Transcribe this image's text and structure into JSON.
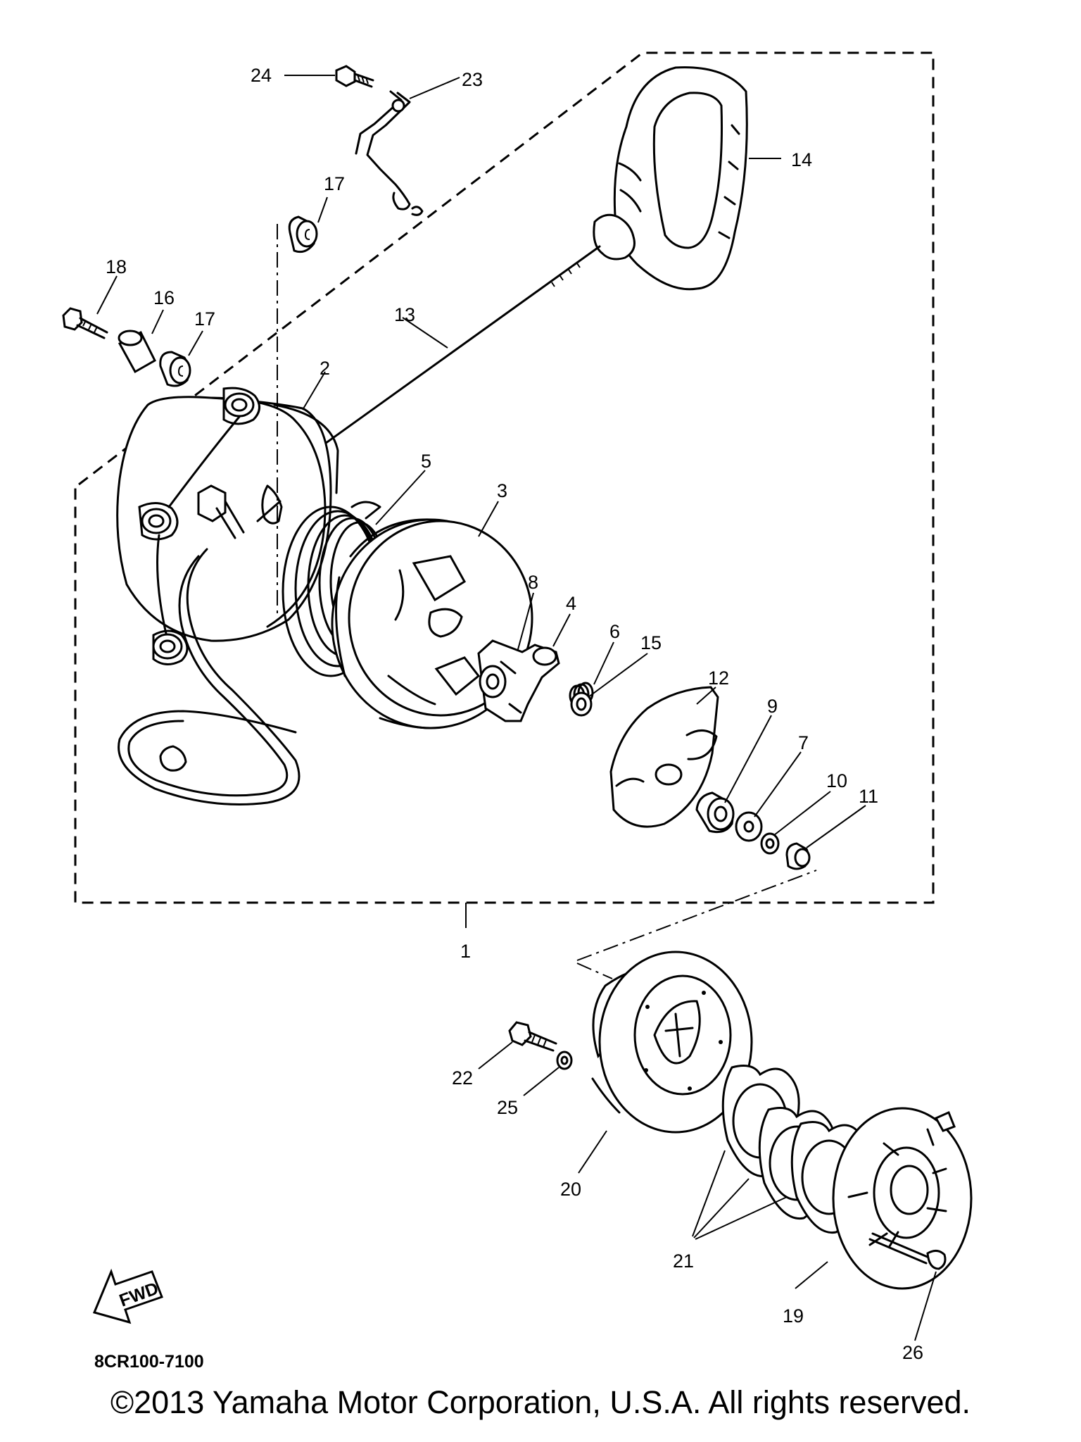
{
  "diagram": {
    "callouts": [
      "1",
      "2",
      "3",
      "4",
      "5",
      "6",
      "7",
      "8",
      "9",
      "10",
      "11",
      "12",
      "13",
      "14",
      "15",
      "16",
      "17",
      "17",
      "18",
      "19",
      "20",
      "21",
      "22",
      "23",
      "24",
      "25",
      "26"
    ],
    "drawing_code": "8CR100-7100",
    "fwd_label": "FWD"
  },
  "footer": {
    "copyright": "©2013 Yamaha Motor Corporation, U.S.A. All rights reserved."
  }
}
